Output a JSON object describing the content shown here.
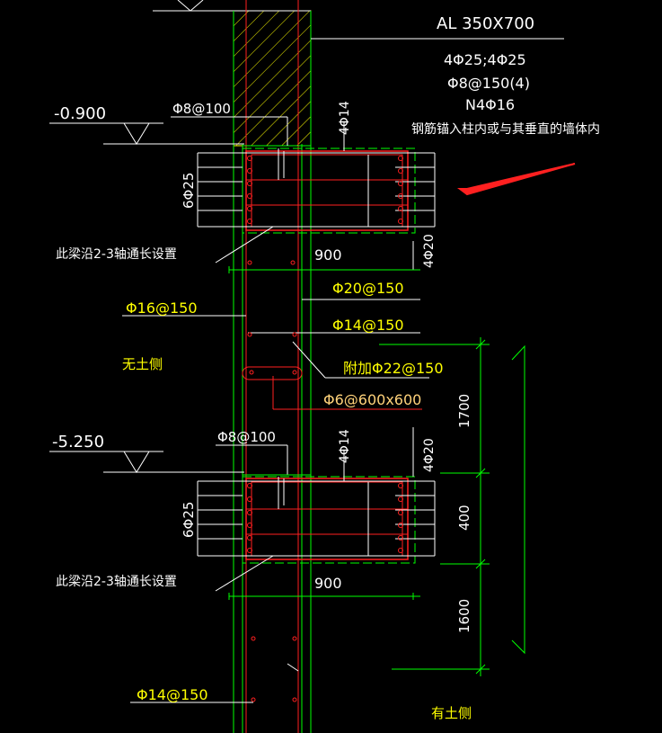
{
  "beam_note": {
    "name": "AL 350X700",
    "top_bottom_bars": "4Φ25;4Φ25",
    "stirrups": "Φ8@150(4)",
    "side_bars": "N4Φ16",
    "anchor_note": "钢筋锚入柱内或与其垂直的墙体内"
  },
  "levels": {
    "upper": "-0.900",
    "lower": "-5.250"
  },
  "upper_beam": {
    "stirrup": "Φ8@100",
    "top_bar": "4Φ14",
    "side_bar": "6Φ25",
    "bottom_bar": "4Φ20",
    "note": "此梁沿2-3轴通长设置",
    "width": "900"
  },
  "lower_beam": {
    "stirrup": "Φ8@100",
    "top_bar": "4Φ14",
    "side_bar": "6Φ25",
    "bottom_bar": "4Φ20",
    "note": "此梁沿2-3轴通长设置",
    "width": "900"
  },
  "wall": {
    "left_bars": "Φ16@150",
    "right_bars_1": "Φ20@150",
    "right_bars_2": "Φ14@150",
    "added_bars": "附加Φ22@150",
    "ties": "Φ6@600x600",
    "bottom_bars": "Φ14@150"
  },
  "sides": {
    "no_soil": "无土侧",
    "soil": "有土侧"
  },
  "dimensions": {
    "d1": "1700",
    "d2": "400",
    "d3": "1600"
  },
  "colors": {
    "green": "#00ff00",
    "red": "#ff2020",
    "yellow": "#ffff00",
    "white": "#ffffff",
    "orange": "#ffd27a"
  }
}
